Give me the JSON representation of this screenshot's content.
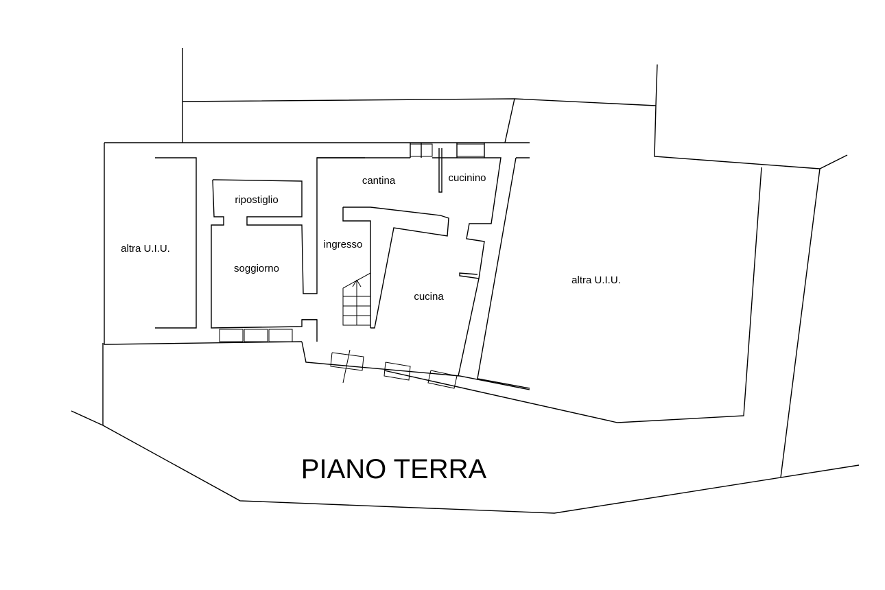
{
  "plan": {
    "title": "PIANO TERRA",
    "rooms": {
      "altra_left": "altra U.I.U.",
      "ripostiglio": "ripostiglio",
      "soggiorno": "soggiorno",
      "cantina": "cantina",
      "cucinino": "cucinino",
      "ingresso": "ingresso",
      "cucina": "cucina",
      "altra_right": "altra U.I.U."
    }
  }
}
